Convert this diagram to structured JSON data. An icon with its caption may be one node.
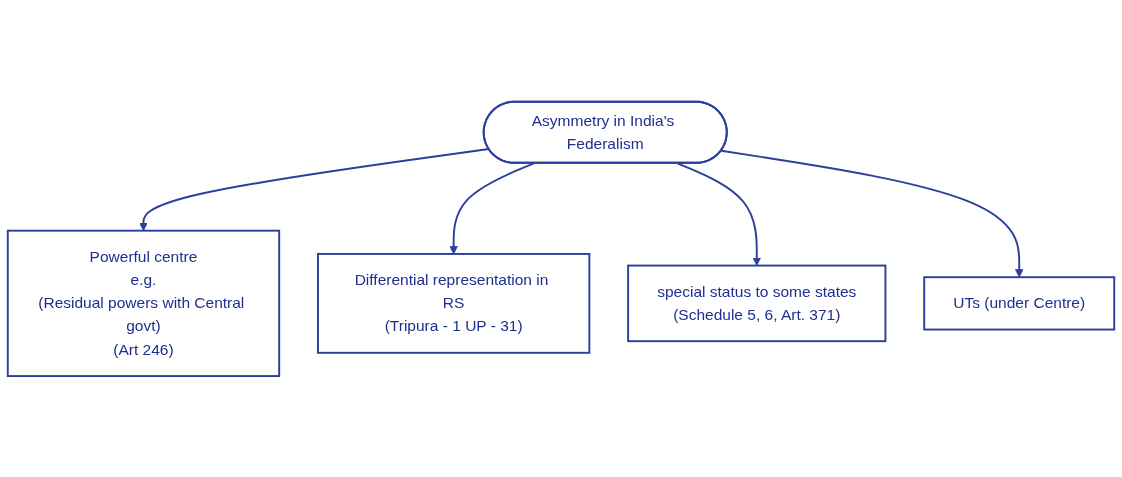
{
  "diagram": {
    "nodes": [
      {
        "text": [
          "Asymmetry in India's Federalism"
        ]
      },
      {
        "text": [
          "Powerful centre",
          "e.g.",
          "(Residual powers with Central govt)",
          "(Art 246)"
        ]
      },
      {
        "text": [
          "Differential representation in RS",
          "(Tripura - 1 UP - 31)"
        ]
      },
      {
        "text": [
          "special status to some states",
          "(Schedule 5, 6, Art. 371)"
        ]
      },
      {
        "text": [
          "UTs (under Centre)"
        ]
      }
    ],
    "edges": [
      {
        "from": 0,
        "to": 1,
        "arrow": "to"
      },
      {
        "from": 0,
        "to": 2,
        "arrow": "to"
      },
      {
        "from": 0,
        "to": 3,
        "arrow": "to"
      },
      {
        "from": 0,
        "to": 4,
        "arrow": "to"
      }
    ]
  }
}
